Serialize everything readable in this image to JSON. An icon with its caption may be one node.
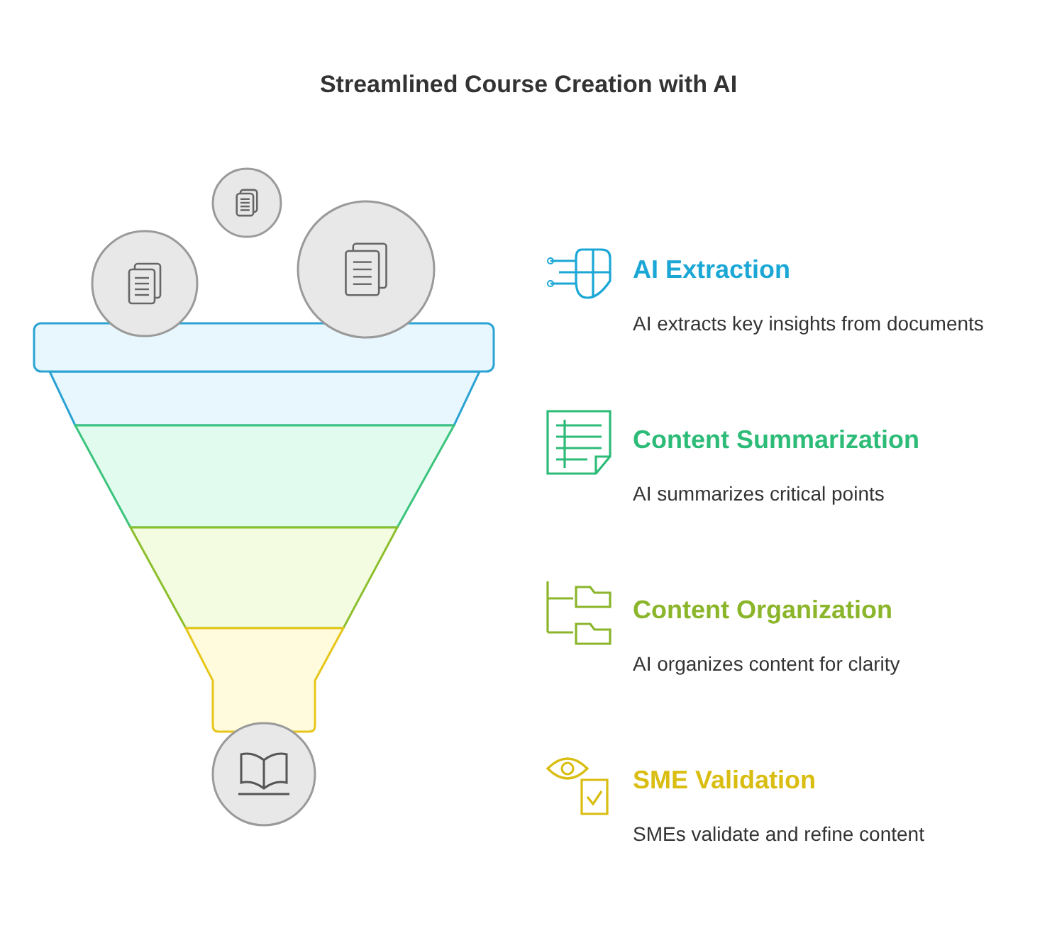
{
  "diagram": {
    "title": "Streamlined Course Creation with AI",
    "labels": [
      "AI Extraction",
      "AI extracts key insights from documents",
      "Content Summarization",
      "AI summarizes critical points",
      "Content Organization",
      "AI organizes content for clarity",
      "SME Validation",
      "SMEs validate and refine content"
    ]
  }
}
